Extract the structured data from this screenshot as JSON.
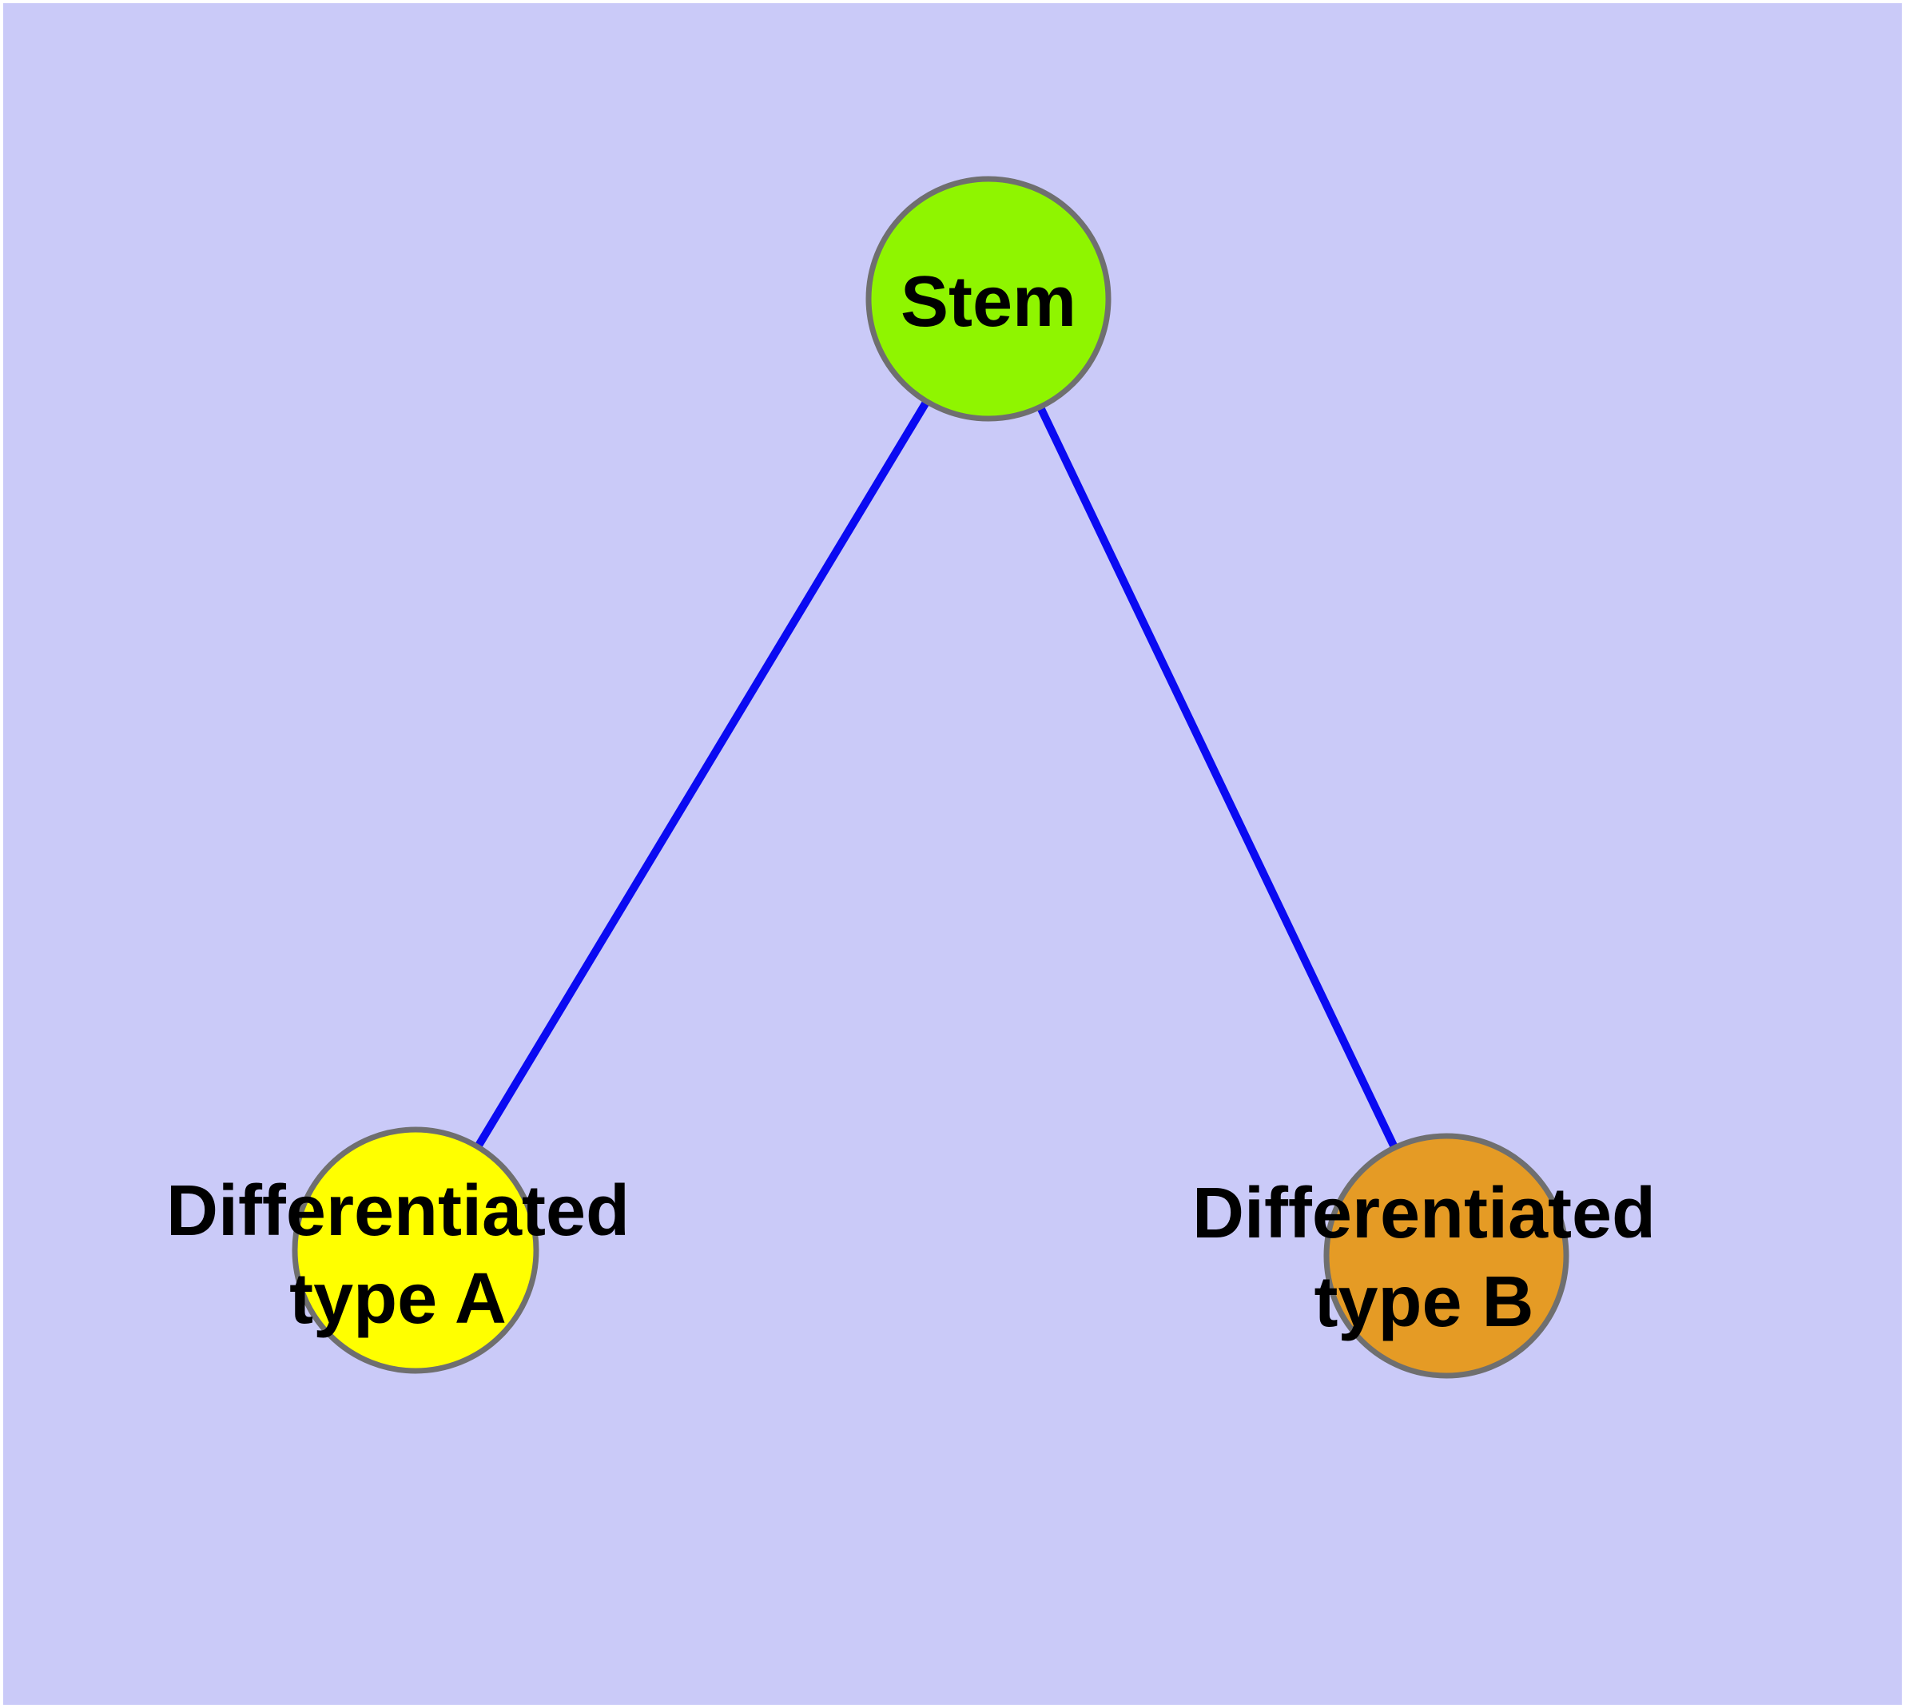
{
  "diagram": {
    "background_color": "#CACAF8",
    "frame_color": "#FFFFFF",
    "edge_style": {
      "color": "#0A0AF2",
      "width": 10
    },
    "node_border": {
      "color": "#6F6F6F",
      "width": 7
    },
    "nodes": {
      "stem": {
        "label": "Stem",
        "fill": "#8FF500"
      },
      "diff_a": {
        "label_line1": "Differentiated",
        "label_line2": "type A",
        "fill": "#FFFF00"
      },
      "diff_b": {
        "label_line1": "Differentiated",
        "label_line2": "type B",
        "fill": "#E59B25"
      }
    },
    "edges": [
      {
        "from": "Stem",
        "to": "Differentiated type A"
      },
      {
        "from": "Stem",
        "to": "Differentiated type B"
      }
    ]
  }
}
